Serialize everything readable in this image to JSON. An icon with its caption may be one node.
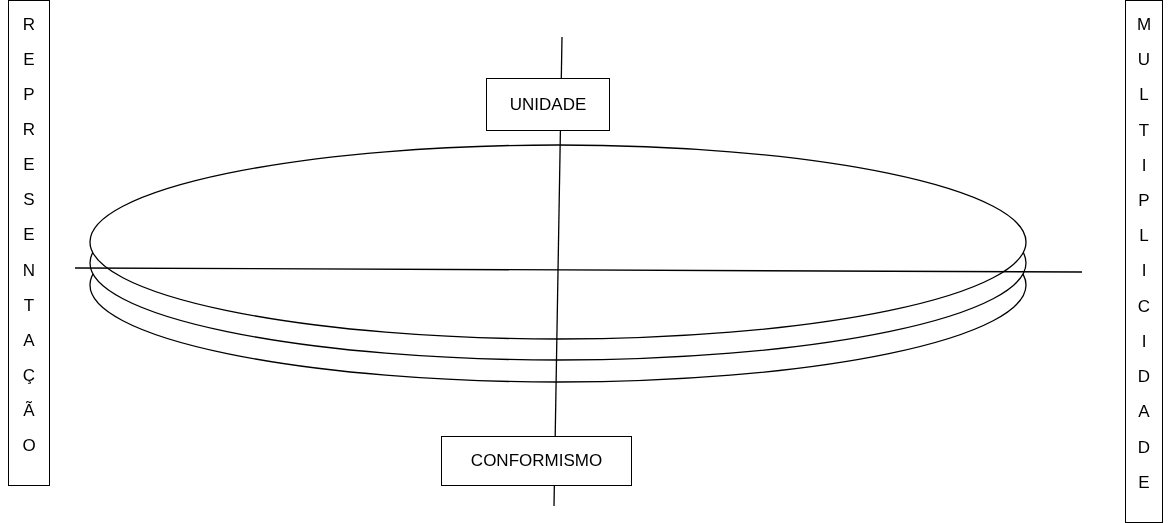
{
  "diagram": {
    "nodes": [
      {
        "text": [
          "REPRESENTAÇÃO"
        ]
      },
      {
        "text": [
          "UNIDADE"
        ]
      },
      {
        "text": [
          "CONFORMISMO"
        ]
      },
      {
        "text": [
          "MULTIPLICIDADE"
        ]
      }
    ]
  }
}
